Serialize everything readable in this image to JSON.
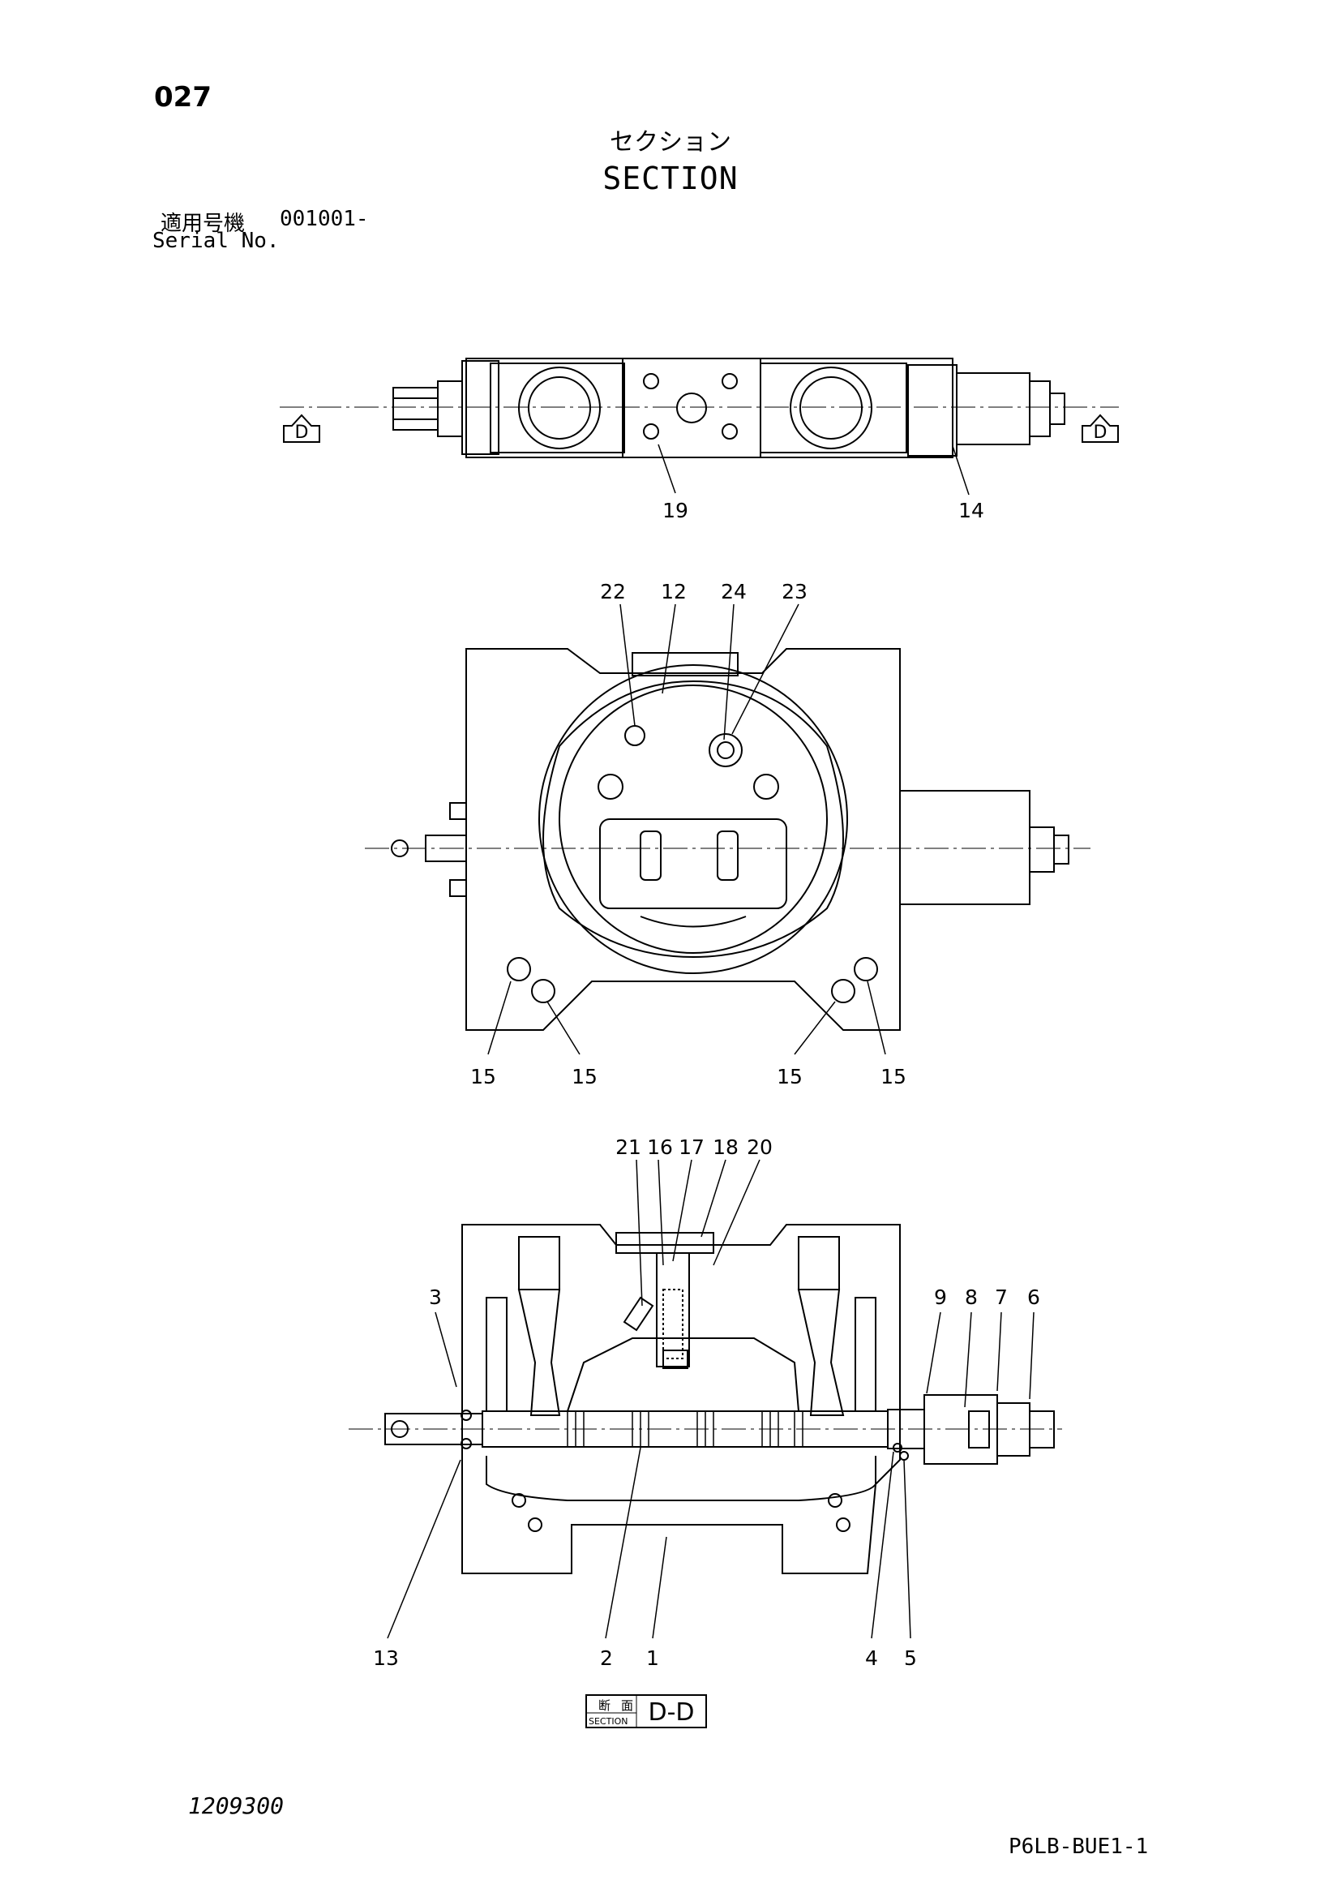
{
  "header": {
    "page_number": "027",
    "title_jp": "セクション",
    "title_en": "SECTION",
    "serial_label_jp": "適用号機",
    "serial_value": "001001-",
    "serial_label_en": "Serial No."
  },
  "views": {
    "top": {
      "callouts": [
        "19",
        "14"
      ],
      "section_marker": "D"
    },
    "front": {
      "callouts": [
        "22",
        "12",
        "24",
        "23",
        "15",
        "15",
        "15",
        "15"
      ]
    },
    "section": {
      "callouts_top": [
        "21",
        "16",
        "17",
        "18",
        "20"
      ],
      "callouts_right": [
        "9",
        "8",
        "7",
        "6"
      ],
      "callouts_left": [
        "3"
      ],
      "callouts_bottom": [
        "13",
        "2",
        "1",
        "4",
        "5"
      ],
      "label_jp_1": "断",
      "label_jp_2": "面",
      "label_section": "SECTION",
      "label_view": "D-D"
    }
  },
  "footer": {
    "drawing_number": "1209300",
    "sheet_code": "P6LB-BUE1-1"
  }
}
